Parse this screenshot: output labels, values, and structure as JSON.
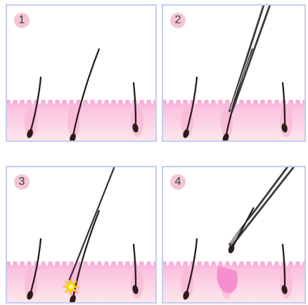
{
  "panels": [
    {
      "step": "1",
      "tools": [],
      "spark": false,
      "follicle_bulge": false
    },
    {
      "step": "2",
      "tools": [
        "tweezers"
      ],
      "spark": false,
      "follicle_bulge": false
    },
    {
      "step": "3",
      "tools": [
        "needle"
      ],
      "spark": true,
      "follicle_bulge": false
    },
    {
      "step": "4",
      "tools": [
        "tweezers"
      ],
      "spark": false,
      "follicle_bulge": true
    }
  ],
  "colors": {
    "border": "#c4cdf0",
    "skin_top": "#f9a8d8",
    "skin_bottom": "#fde6ec",
    "badge": "#f4c6d3",
    "hair": "#2b1d16",
    "spark": "#ffe100"
  },
  "icons": [
    "hair-strand-icon",
    "tweezers-icon",
    "needle-icon",
    "spark-icon"
  ]
}
